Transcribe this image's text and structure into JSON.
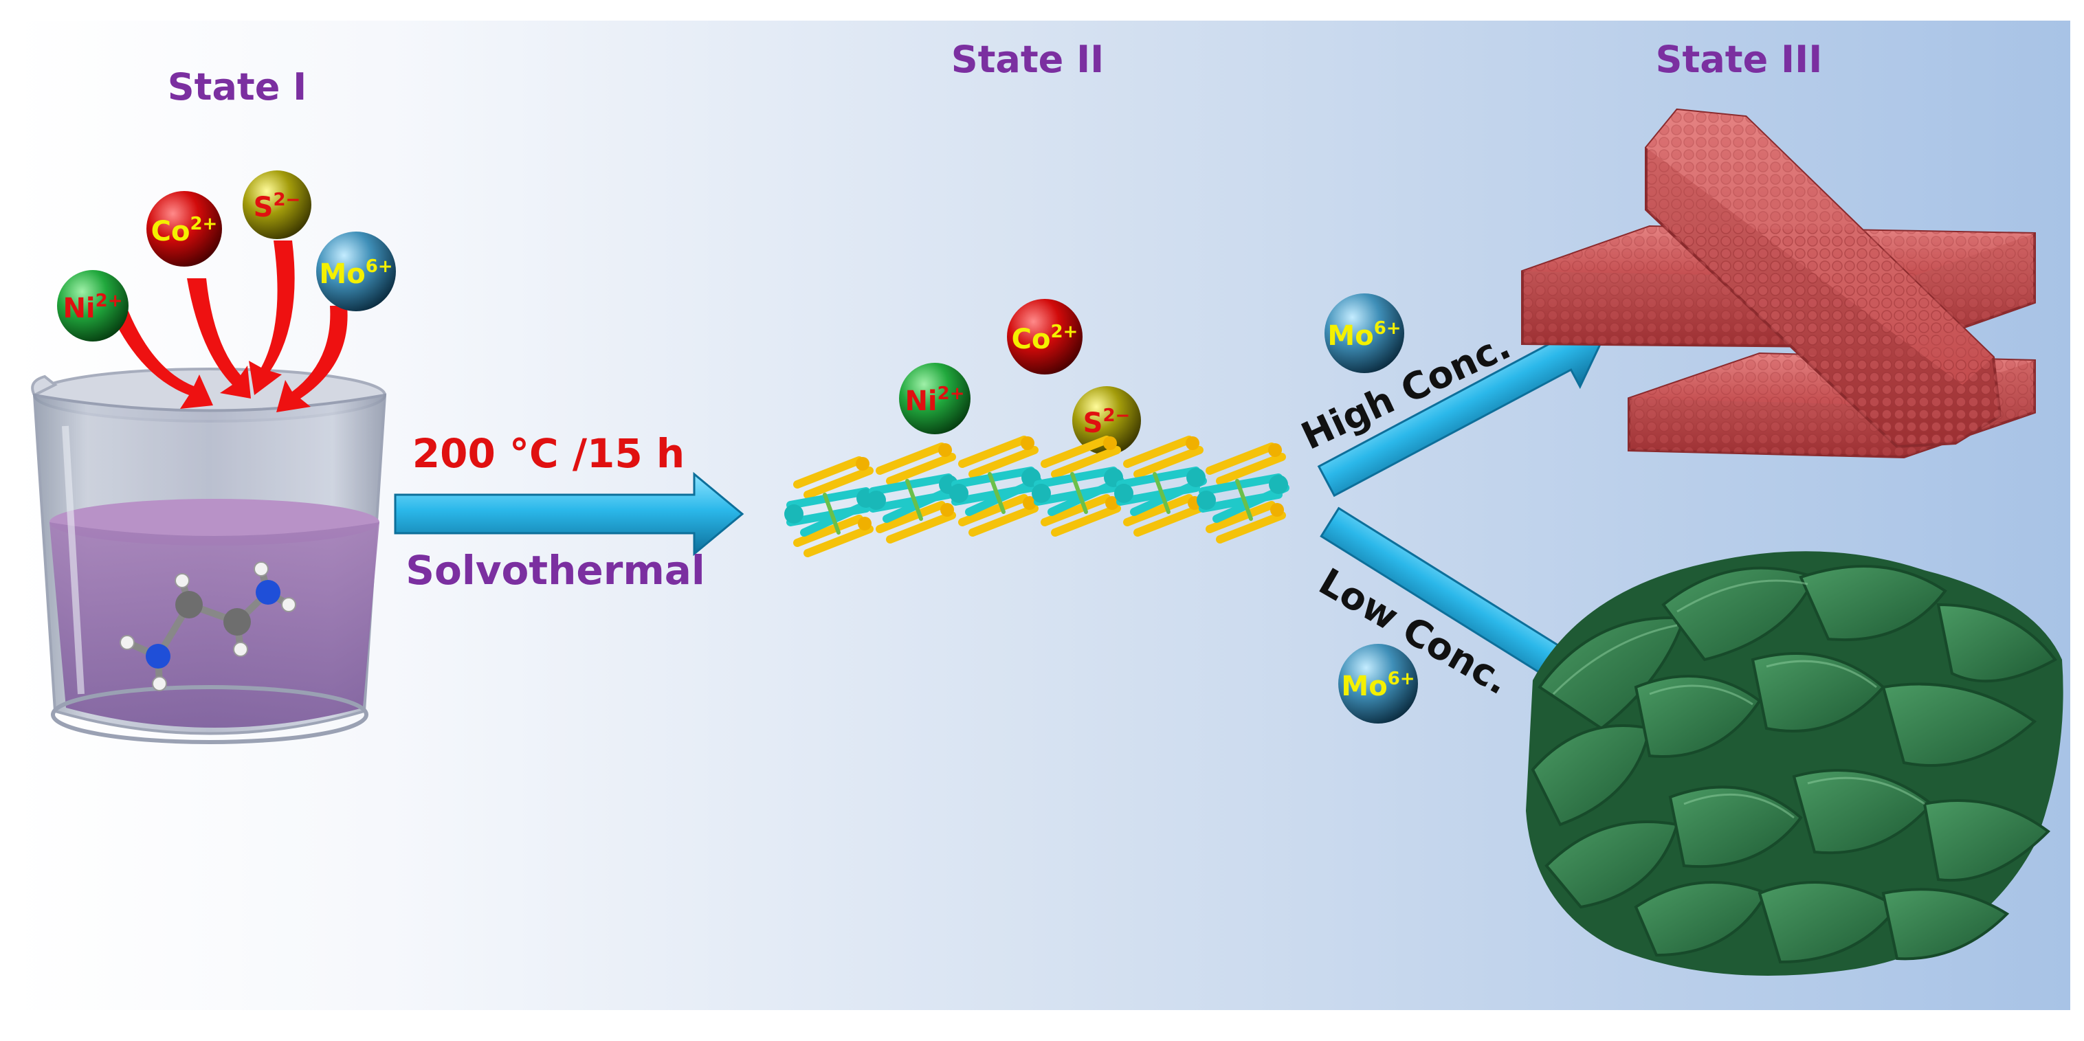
{
  "states": {
    "state1": "State I",
    "state2": "State II",
    "state3": "State III"
  },
  "process": {
    "condition": "200 °C /15 h",
    "method": "Solvothermal"
  },
  "branches": {
    "high": "High Conc.",
    "low": "Low Conc."
  },
  "ions": {
    "ni": {
      "base": "Ni",
      "charge": "2+"
    },
    "co": {
      "base": "Co",
      "charge": "2+"
    },
    "s": {
      "base": "S",
      "charge": "2−"
    },
    "mo": {
      "base": "Mo",
      "charge": "6+"
    }
  },
  "colors": {
    "label_purple": "#7b2fa0",
    "condition_red": "#e01010",
    "arrow_cyan": "#29b6e8",
    "ion_text_yellow": "#f4f000",
    "ion_text_red": "#e01010",
    "ni_sphere": "#1f9a3a",
    "co_sphere": "#c80808",
    "s_sphere": "#8f8a08",
    "mo_sphere": "#2b6f95",
    "rod_color": "#c2484a",
    "sheet_color": "#2f7d4a"
  }
}
